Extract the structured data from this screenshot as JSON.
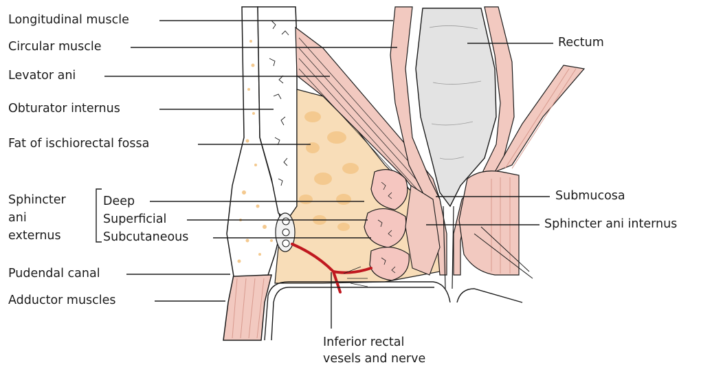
{
  "labels": {
    "longitudinal_muscle": "Longitudinal muscle",
    "circular_muscle": "Circular muscle",
    "levator_ani": "Levator ani",
    "obturator_internus": "Obturator internus",
    "fat_ischiorectal": "Fat of ischiorectal fossa",
    "sphincter_ani_externus": [
      "Sphincter",
      "ani",
      "externus"
    ],
    "deep": "Deep",
    "superficial": "Superficial",
    "subcutaneous": "Subcutaneous",
    "pudendal_canal": "Pudendal canal",
    "adductor_muscles": "Adductor muscles",
    "inferior_rectal": [
      "Inferior rectal",
      "vesels and nerve"
    ],
    "rectum": "Rectum",
    "submucosa": "Submucosa",
    "sphincter_ani_internus": "Sphincter ani internus"
  },
  "colors": {
    "muscle": "#f2c9c0",
    "muscle_dark": "#e8a89c",
    "fat": "#f8ddb8",
    "fat_blob": "#f4c98f",
    "bone": "#ffffff",
    "rectum_lumen": "#e3e3e3",
    "vessel": "#c0181f",
    "sphincter_pink": "#f5c6c0"
  }
}
